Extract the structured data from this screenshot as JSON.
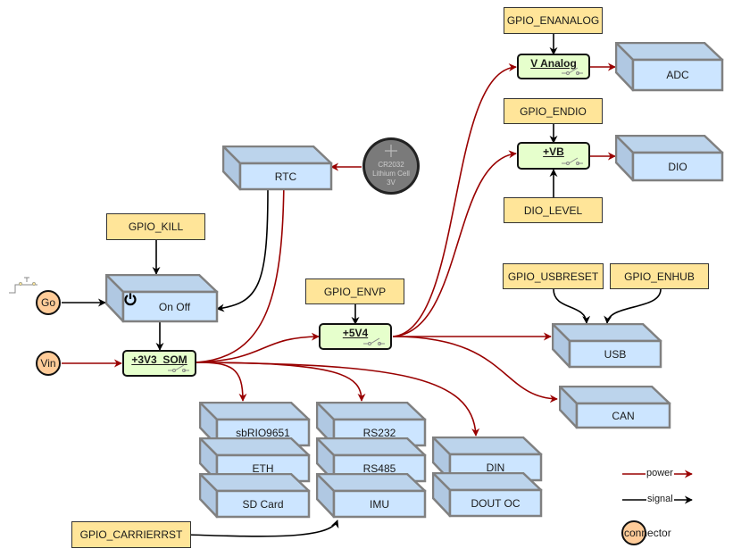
{
  "colors": {
    "power": "#990000",
    "signal": "#000000",
    "gpio_fill": "#ffe599",
    "switch_fill": "#e6ffcc",
    "box_front": "#cce5ff",
    "box_top": "#bcd4ec",
    "box_stroke": "#808080",
    "connector_fill": "#ffcc99"
  },
  "gpio": {
    "enanalog": "GPIO_ENANALOG",
    "endio": "GPIO_ENDIO",
    "dio_level": "DIO_LEVEL",
    "kill": "GPIO_KILL",
    "envp": "GPIO_ENVP",
    "usbreset": "GPIO_USBRESET",
    "enhub": "GPIO_ENHUB",
    "carrierrst": "GPIO_CARRIERRST"
  },
  "switches": {
    "vanalog": "V Analog",
    "vb": "+VB",
    "v5v4": "+5V4",
    "v3v3": "+3V3_SOM"
  },
  "blocks": {
    "adc": "ADC",
    "dio": "DIO",
    "rtc": "RTC",
    "onoff": "On Off",
    "usb": "USB",
    "can": "CAN",
    "sbrio": "sbRIO9651",
    "eth": "ETH",
    "sdcard": "SD Card",
    "rs232": "RS232",
    "rs485": "RS485",
    "imu": "IMU",
    "din": "DIN",
    "doutoc": "DOUT OC"
  },
  "connectors": {
    "go": "Go",
    "vin": "Vin"
  },
  "battery": {
    "line1": "CR2032",
    "line2": "Lithium Cell",
    "line3": "3V"
  },
  "legend": {
    "power": "power",
    "signal": "signal",
    "connector": "connector"
  }
}
